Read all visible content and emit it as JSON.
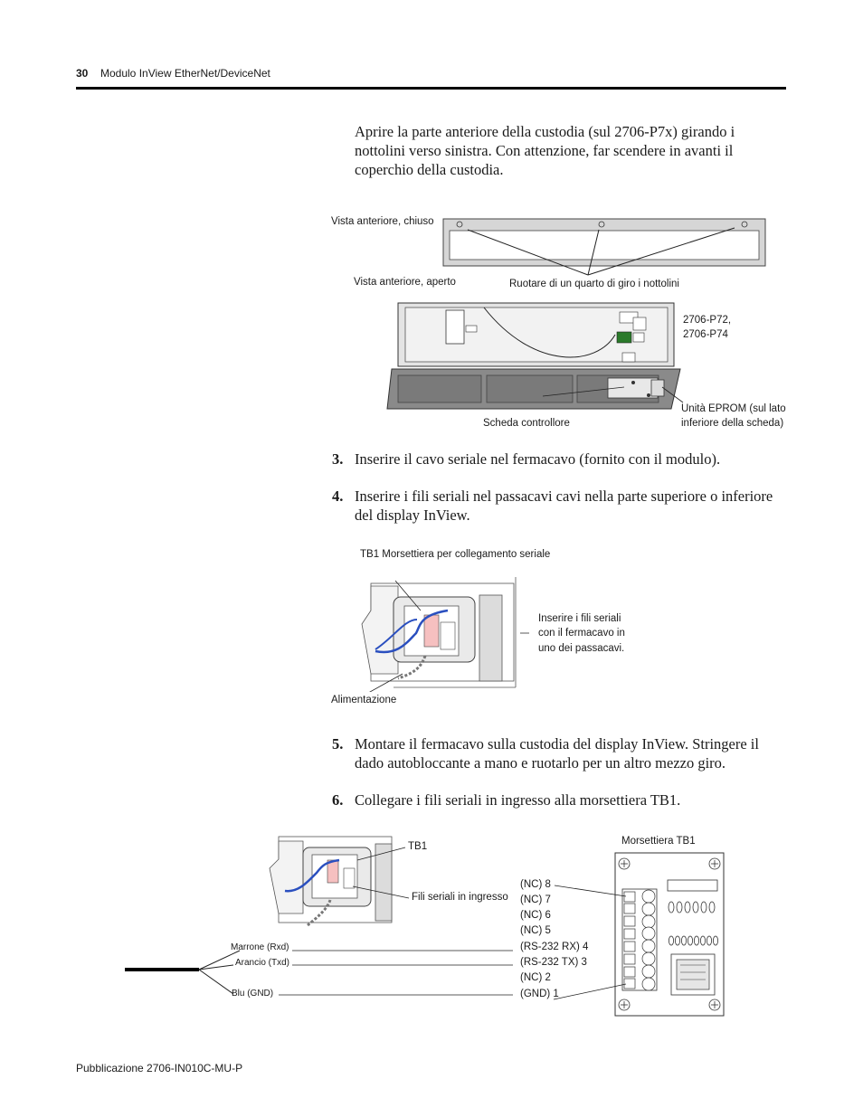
{
  "header": {
    "page_number": "30",
    "title": "Modulo InView EtherNet/DeviceNet"
  },
  "intro": "Aprire la parte anteriore della custodia (sul 2706-P7x) girando i nottolini verso sinistra. Con attenzione, far scendere in avanti il coperchio della custodia.",
  "figure1": {
    "label_closed": "Vista anteriore, chiuso",
    "label_open": "Vista anteriore, aperto",
    "label_rotate": "Ruotare di un quarto di giro i nottolini",
    "label_models_1": "2706-P72,",
    "label_models_2": "2706-P74",
    "label_board": "Scheda controllore",
    "label_eprom_1": "Unità EPROM (sul lato",
    "label_eprom_2": "inferiore della scheda)"
  },
  "steps": [
    {
      "num": "3.",
      "text": "Inserire il cavo seriale nel fermacavo (fornito con il modulo)."
    },
    {
      "num": "4.",
      "text": "Inserire i fili seriali nel passacavi cavi nella parte superiore o inferiore del display InView."
    },
    {
      "num": "5.",
      "text": "Montare il fermacavo sulla custodia del display InView. Stringere il dado autobloccante a mano e ruotarlo per un altro mezzo giro."
    },
    {
      "num": "6.",
      "text": "Collegare i fili seriali in ingresso alla morsettiera TB1."
    }
  ],
  "figure2": {
    "label_tb1": "TB1 Morsettiera per collegamento seriale",
    "label_insert_1": "Inserire i fili seriali",
    "label_insert_2": "con il fermacavo in",
    "label_insert_3": "uno dei passacavi.",
    "label_power": "Alimentazione"
  },
  "figure3": {
    "label_tb1": "TB1",
    "label_wires": "Fili seriali in ingresso",
    "label_block": "Morsettiera TB1",
    "wire_brown": "Marrone (Rxd)",
    "wire_orange": "Arancio (Txd)",
    "wire_blue": "Blu (GND)",
    "pins": [
      "(NC) 8",
      "(NC) 7",
      "(NC) 6",
      "(NC) 5",
      "(RS-232 RX) 4",
      "(RS-232 TX) 3",
      "(NC) 2",
      "(GND) 1"
    ]
  },
  "footer": "Pubblicazione 2706-IN010C-MU-P"
}
